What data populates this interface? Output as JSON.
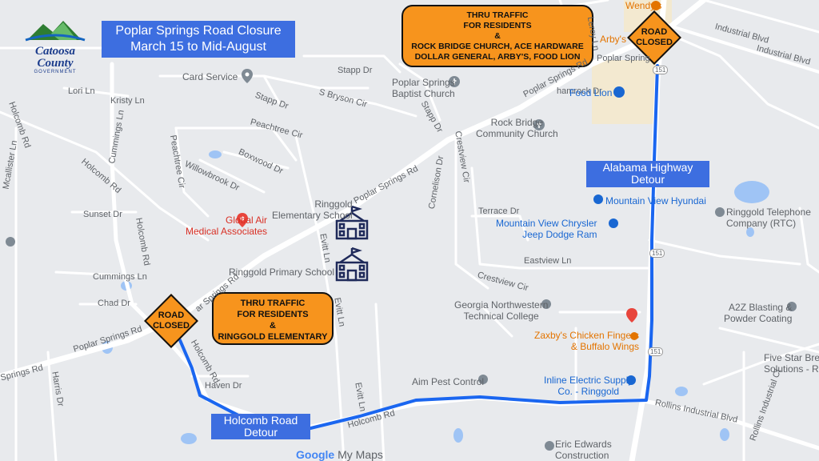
{
  "logo": {
    "name": "Catoosa County",
    "sub": "GOVERNMENT"
  },
  "title": {
    "line1": "Poplar Springs Road Closure",
    "line2": "March 15 to Mid-August"
  },
  "callout_north": {
    "lines": [
      "THRU TRAFFIC",
      "FOR RESIDENTS",
      "&",
      "ROCK BRIDGE CHURCH, ACE HARDWARE",
      "DOLLAR GENERAL, ARBY'S, FOOD LION"
    ]
  },
  "callout_south": {
    "lines": [
      "THRU TRAFFIC",
      "FOR RESIDENTS",
      "&",
      "RINGGOLD ELEMENTARY"
    ]
  },
  "road_closed_sign": {
    "line1": "ROAD",
    "line2": "CLOSED"
  },
  "detours": {
    "alabama": {
      "line1": "Alabama Highway",
      "line2": "Detour"
    },
    "holcomb": {
      "line1": "Holcomb Road",
      "line2": "Detour"
    }
  },
  "roads": {
    "industrial_blvd_1": "Industrial Blvd",
    "industrial_blvd_2": "Industrial Blvd",
    "lori_ln": "Lori Ln",
    "kristy_ln": "Kristy Ln",
    "stapp_dr_1": "Stapp Dr",
    "stapp_dr_2": "Stapp Dr",
    "stapp_dr_3": "Stapp Dr",
    "s_bryson_cir": "S Bryson Cir",
    "poplar_springs_rd_top": "Poplar Springs Rd",
    "poplar_springs_top_right": "Poplar Spring",
    "leroy_ln": "Leroy Ln",
    "shamrock": "hamrock Dr",
    "holcomb_rd_1": "Holcomb Rd",
    "holcomb_rd_2": "Holcomb Rd",
    "holcomb_rd_3": "Holcomb Rd",
    "holcomb_rd_bottom": "Holcomb Rd",
    "holcomb_rd_bottom2": "Holcomb Rd",
    "cummings_ln_1": "Cummings Ln",
    "cummings_ln_2": "Cummings Ln",
    "mcallister": "Mcallister Ln",
    "peachtree_cir_1": "Peachtree Cir",
    "peachtree_cir_2": "Peachtree Cir",
    "boxwood_dr": "Boxwood Dr",
    "willowbrook_dr": "Willowbrook Dr",
    "poplar_springs_rd_mid": "Poplar Springs Rd",
    "poplar_springs_rd_lower": "Poplar Springs Rd",
    "poplar_springs_rd_left": "Springs Rd",
    "poplar_springs_rd_diag": "ar Springs Rd",
    "crestview_cir_1": "Crestview Cir",
    "crestview_cir_2": "Crestview Cir",
    "cornelison_dr": "Cornelison Dr",
    "terrace_dr": "Terrace Dr",
    "eastview_ln": "Eastview Ln",
    "sunset_dr": "Sunset Dr",
    "chad_dr": "Chad Dr",
    "evitt_ln_1": "Evitt Ln",
    "evitt_ln_2": "Evitt Ln",
    "evitt_ln_3": "Evitt Ln",
    "haven_dr": "Haven Dr",
    "harris_dr": "Harris Dr",
    "rollins_industrial_blvd_1": "Rollins Industrial Blvd",
    "rollins_industrial_ct": "Rollins Industrial Ct",
    "hwy_151_1": "151",
    "hwy_151_2": "151",
    "hwy_151_3": "151"
  },
  "pois": {
    "wendys": "Wendy's",
    "arbys": "Arby's",
    "card_service": "Card Service",
    "poplar_springs_baptist": "Poplar Springs\nBaptist Church",
    "food_lion": "Food Lion",
    "rock_bridge": "Rock Bridge\nCommunity Church",
    "mountain_view_hyundai": "Mountain View Hyundai",
    "ringgold_telephone": "Ringgold Telephone\nCompany (RTC)",
    "global_air": "Global Air\nMedical Associates",
    "ringgold_elementary": "Ringgold\nElementary School",
    "mountain_view_chrysler": "Mountain View Chrysler\nJeep Dodge Ram",
    "ringgold_primary": "Ringgold Primary School",
    "georgia_northwestern": "Georgia Northwestern\nTechnical College",
    "a2z": "A2Z Blasting &\nPowder Coating",
    "zaxbys": "Zaxby's Chicken Fingers\n& Buffalo Wings",
    "five_star": "Five Star Break\nSolutions - Ringg",
    "aim_pest": "Aim Pest Control",
    "inline_electric": "Inline Electric Supply\nCo. - Ringgold",
    "eric_edwards": "Eric Edwards\nConstruction"
  },
  "footer": {
    "google": "Google",
    "my_maps": "My Maps"
  },
  "colors": {
    "detour_route": "#1a66f0",
    "callout_bg": "#f7941d",
    "title_bg": "#3d6ee0",
    "water": "#9fc4f5",
    "map_bg": "#e8eaed",
    "road": "#ffffff"
  }
}
